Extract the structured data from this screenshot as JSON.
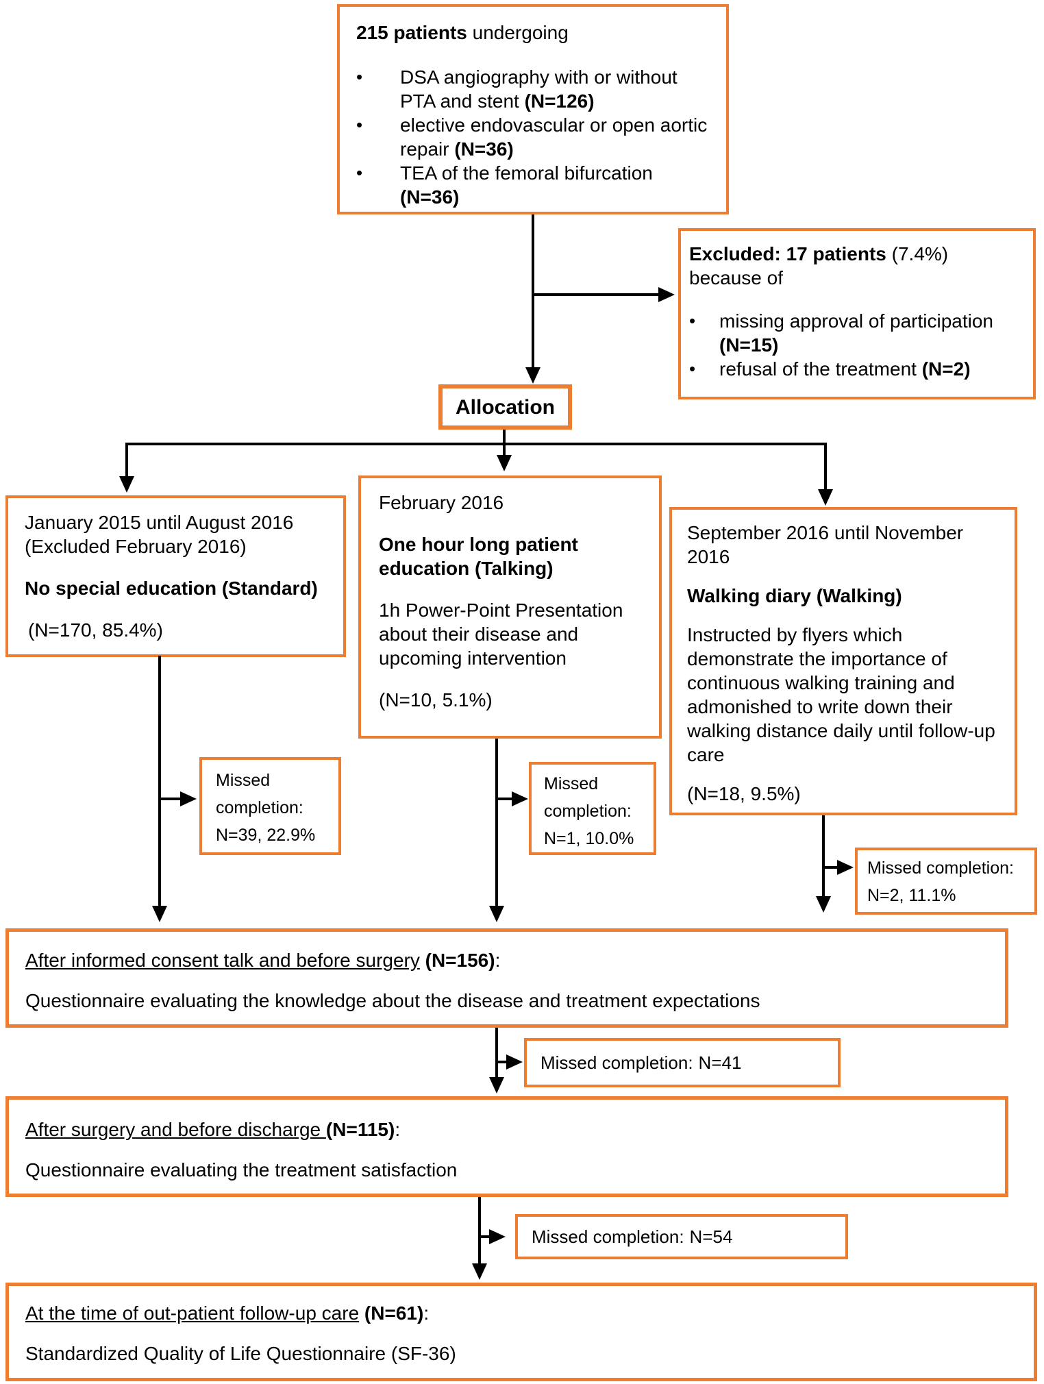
{
  "accent": "#ED7D31",
  "bullet_char": "•",
  "top_box": {
    "title_bold": "215 patients",
    "title_rest": " undergoing",
    "bullets": [
      {
        "text": "DSA angiography with or without PTA and stent ",
        "n": "(N=126)"
      },
      {
        "text": "elective endovascular or open aortic repair ",
        "n": "(N=36)"
      },
      {
        "text": "TEA of the femoral bifurcation ",
        "n": "(N=36)"
      }
    ]
  },
  "excluded_box": {
    "title_bold": "Excluded: 17 patients",
    "title_rest": " (7.4%) because of",
    "bullets": [
      {
        "text": "missing approval of participation ",
        "n": "(N=15)"
      },
      {
        "text": "refusal of the treatment ",
        "n": "(N=2)"
      }
    ]
  },
  "allocation": {
    "label": "Allocation"
  },
  "branch_standard": {
    "period": "January 2015 until August 2016 (Excluded February 2016)",
    "name": "No special education (Standard)",
    "n": "(N=170, 85.4%)"
  },
  "branch_talking": {
    "period": "February 2016",
    "name": "One hour long patient education (Talking)",
    "description": "1h Power-Point Presentation about their disease and upcoming intervention",
    "n": "(N=10, 5.1%)"
  },
  "branch_walking": {
    "period": "September 2016 until November 2016",
    "name": "Walking diary (Walking)",
    "description": "Instructed by flyers which demonstrate the importance of continuous walking training and admonished to write down their walking distance daily until follow-up care",
    "n": "(N=18, 9.5%)"
  },
  "missed_standard": {
    "label": "Missed completion:",
    "value": "N=39, 22.9%"
  },
  "missed_talking": {
    "label": "Missed completion:",
    "value": "N=1, 10.0%"
  },
  "missed_walking": {
    "label": "Missed completion:",
    "value": "N=2, 11.1%"
  },
  "stage1": {
    "title_underline": "After informed consent talk and before surgery",
    "title_bold": " (N=156)",
    "colon": ":",
    "description": "Questionnaire evaluating the knowledge about the disease and treatment expectations"
  },
  "missed_stage1": {
    "label": "Missed completion:",
    "value": "N=41"
  },
  "stage2": {
    "title_underline": "After surgery and before discharge ",
    "title_bold": "(N=115)",
    "colon": ":",
    "description": "Questionnaire evaluating the treatment satisfaction"
  },
  "missed_stage2": {
    "label": "Missed completion:",
    "value": "N=54"
  },
  "stage3": {
    "title_underline": "At the time of out-patient follow-up care",
    "title_bold": " (N=61)",
    "colon": ":",
    "description": "Standardized Quality of Life Questionnaire (SF-36)"
  }
}
